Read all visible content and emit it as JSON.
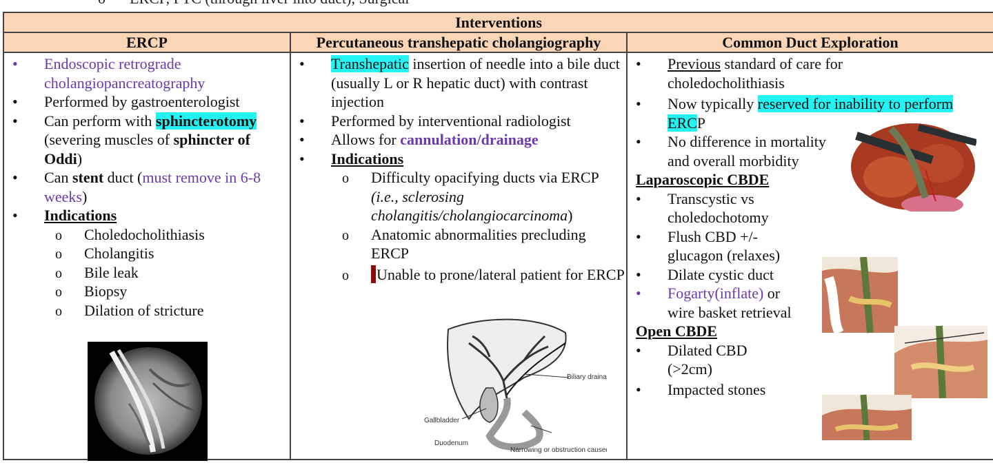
{
  "top_fragment": {
    "bullet": "o",
    "text": "ERCP, PTC (through liver into duct), Surgical"
  },
  "table": {
    "title": "Interventions",
    "columns": [
      "ERCP",
      "Percutaneous transhepatic cholangiography",
      "Common Duct Exploration"
    ]
  },
  "ercp": {
    "b1": "Endoscopic retrograde cholangiopancreatography",
    "b2": "Performed by gastroenterologist",
    "b3_pre": "Can perform with ",
    "b3_hl": "sphincterotomy",
    "b3_mid": " (severing muscles of ",
    "b3_bold": "sphincter of Oddi",
    "b3_post": ")",
    "b4_pre": "Can ",
    "b4_bold": "stent",
    "b4_mid": " duct (",
    "b4_purple": "must remove in 6-8 weeks",
    "b4_post": ")",
    "b5": "Indications",
    "indications": [
      "Choledocholithiasis",
      "Cholangitis",
      "Bile leak",
      "Biopsy",
      "Dilation of stricture"
    ]
  },
  "ptc": {
    "b1_hl": "Transhepatic",
    "b1_rest": " insertion of needle into a bile duct (usually L or R hepatic duct) with contrast injection",
    "b2": "Performed by interventional radiologist",
    "b3_pre": "Allows for ",
    "b3_purple": "cannulation/drainage",
    "b4": "Indications",
    "i1_pre": "Difficulty opacifying ducts via ERCP ",
    "i1_italic": "(i.e., sclerosing cholangitis/cholangiocarcinoma",
    "i1_post": ")",
    "i2": "Anatomic abnormalities precluding ERCP",
    "i3": "Unable to prone/lateral patient for ERCP",
    "figure_labels": {
      "biliary": "Biliary drainage catheter",
      "gallbladder": "Gallbladder",
      "duodenum": "Duodenum",
      "narrowing": "Narrowing or obstruction caused by tumor"
    }
  },
  "cde": {
    "b1_u": "Previous",
    "b1_rest": " standard of care for choledocholithiasis",
    "b2_pre": "Now typically ",
    "b2_hl": "reserved for inability to perform ERC",
    "b2_post": "P",
    "b3": "No difference in mortality and overall morbidity",
    "lap_head": "Laparoscopic CBDE",
    "lap": [
      "Transcystic vs choledochotomy",
      "Flush CBD +/- glucagon (relaxes)",
      "Dilate cystic duct"
    ],
    "lap4_purple": "Fogarty(inflate)",
    "lap4_rest": " or wire basket retrieval",
    "open_head": "Open CBDE",
    "open": [
      "Dilated CBD (>2cm)",
      "Impacted stones"
    ]
  },
  "colors": {
    "header_bg": "#fad6b6",
    "highlight": "#23f3f3",
    "purple_text": "#6a3aa8",
    "border": "#444444"
  }
}
